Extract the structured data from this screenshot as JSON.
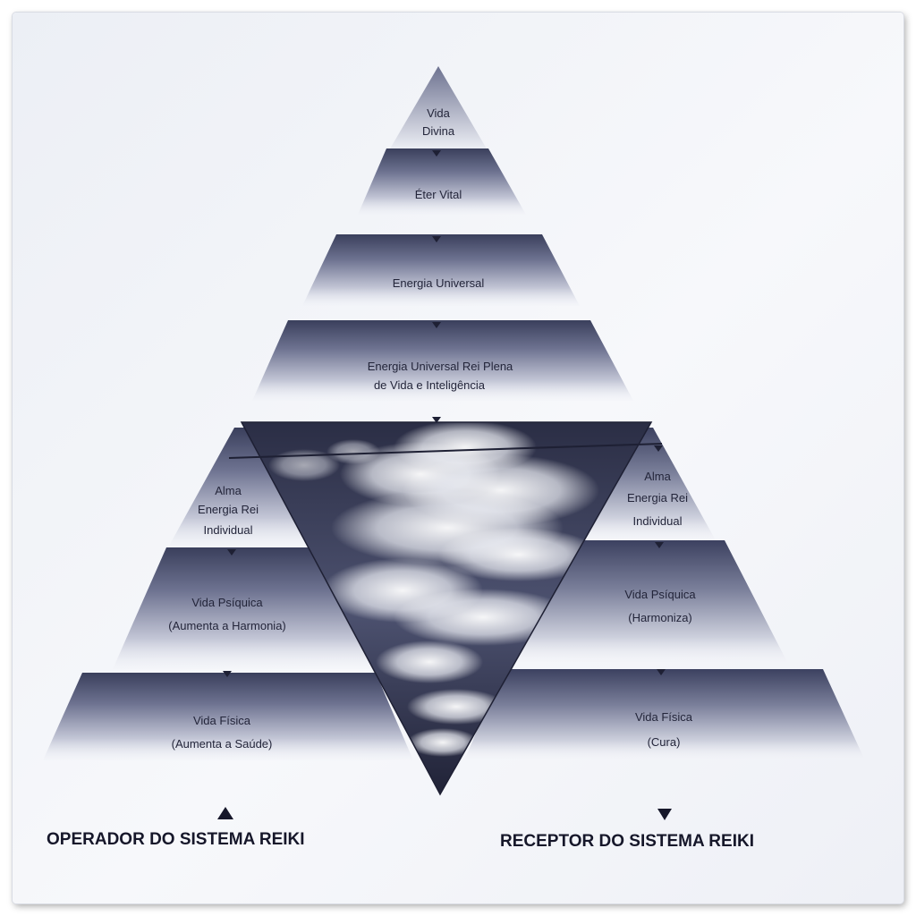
{
  "levels": {
    "vida_divina": [
      "Vida",
      "Divina"
    ],
    "eter_vital": "Éter Vital",
    "energia_universal": "Energia Universal",
    "energia_plena": [
      "Energia Universal Rei Plena",
      "de Vida e Inteligência"
    ],
    "alma_left": [
      "Alma",
      "Energia Rei",
      "Individual"
    ],
    "alma_right": [
      "Alma",
      "Energia Rei",
      "Individual"
    ],
    "psiquica_left": [
      "Vida Psíquica",
      "(Aumenta a Harmonia)"
    ],
    "psiquica_right": [
      "Vida Psíquica",
      "(Harmoniza)"
    ],
    "fisica_left": [
      "Vida Física",
      "(Aumenta a Saúde)"
    ],
    "fisica_right": [
      "Vida Física",
      "(Cura)"
    ]
  },
  "legend": {
    "operador": "OPERADOR DO SISTEMA REIKI",
    "receptor": "RECEPTOR DO SISTEMA REIKI"
  }
}
